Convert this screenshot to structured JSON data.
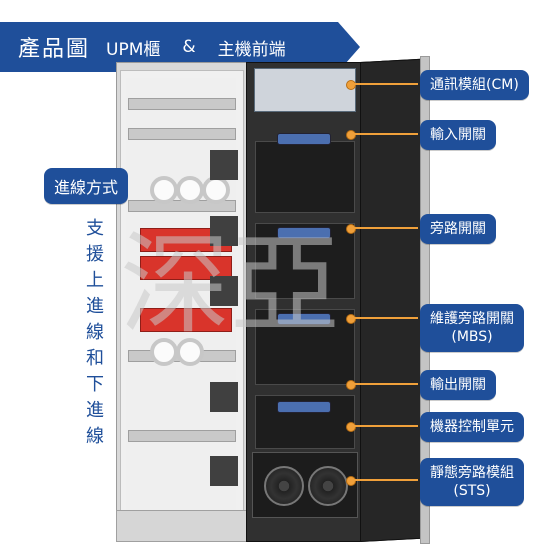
{
  "banner": {
    "title": "產品圖",
    "subtitle_left": "UPM櫃",
    "amp": "&",
    "subtitle_right": "主機前端"
  },
  "left_badge": "進線方式",
  "vertical_text": "支援上進線和下進線",
  "watermark": "深亞",
  "callouts": [
    {
      "text": "通訊模組(CM)"
    },
    {
      "text": "輸入開關"
    },
    {
      "text": "旁路開關"
    },
    {
      "text": "維護旁路開關\n(MBS)"
    },
    {
      "text": "輸出開關"
    },
    {
      "text": "機器控制單元"
    },
    {
      "text": "靜態旁路模組\n(STS)"
    }
  ],
  "colors": {
    "brand": "#1f4f9a",
    "leader": "#f0a03a"
  }
}
